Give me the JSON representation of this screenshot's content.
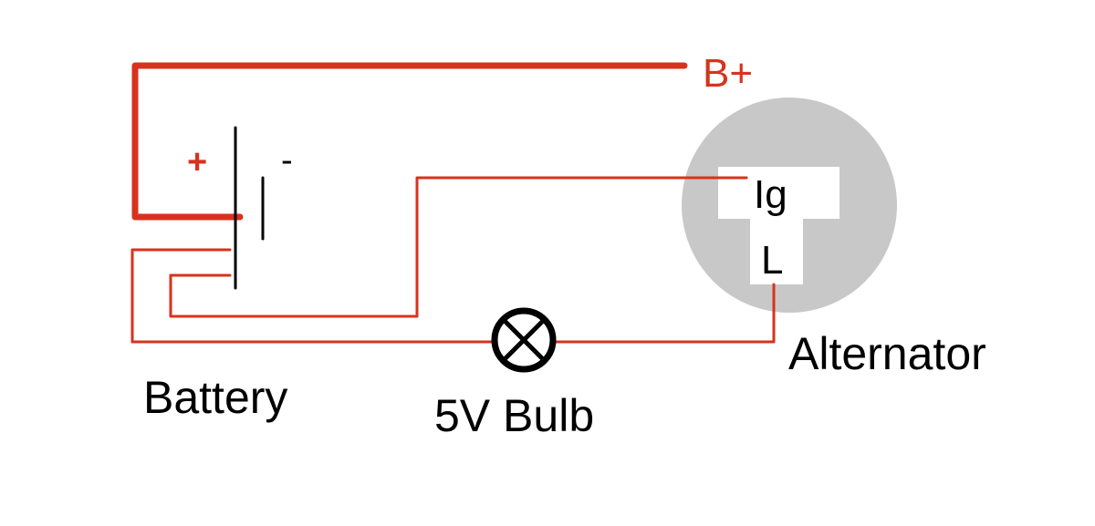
{
  "diagram": {
    "colors": {
      "wire": "#d8321e",
      "ink": "#000000",
      "alternator_body": "#c8c8c8",
      "terminal_block": "#ffffff",
      "background": "#ffffff"
    },
    "labels": {
      "b_plus": "B+",
      "battery_positive": "+",
      "battery_negative": "-",
      "ignition_terminal": "Ig",
      "lamp_terminal": "L",
      "alternator": "Alternator",
      "battery": "Battery",
      "bulb": "5V Bulb"
    },
    "components": {
      "bulb_icon": "lamp-cross-icon"
    }
  }
}
